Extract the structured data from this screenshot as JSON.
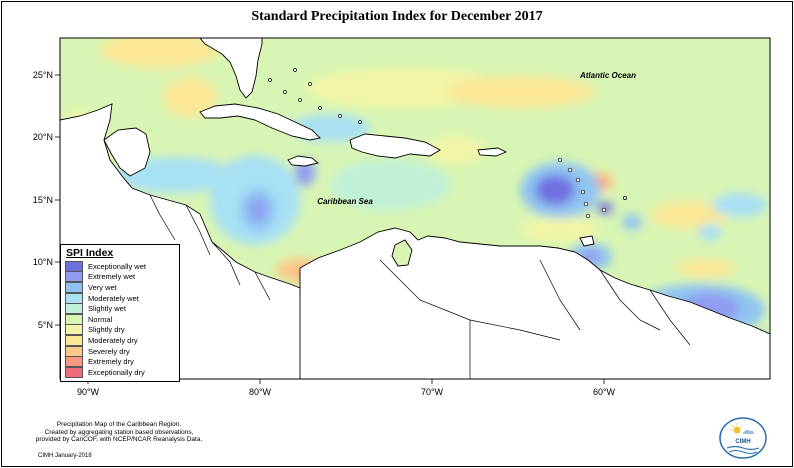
{
  "title": "Standard Precipitation Index for December 2017",
  "labels": {
    "atlantic": "Atlantic Ocean",
    "caribbean": "Caribbean Sea"
  },
  "axes": {
    "lon_ticks": [
      "90°W",
      "80°W",
      "70°W",
      "60°W"
    ],
    "lat_ticks": [
      "25°N",
      "20°N",
      "15°N",
      "10°N",
      "5°N"
    ]
  },
  "legend": {
    "title": "SPI Index",
    "items": [
      {
        "label": "Exceptionally wet",
        "color": "#6f70e0"
      },
      {
        "label": "Extremely wet",
        "color": "#8f9cf0"
      },
      {
        "label": "Very wet",
        "color": "#8fc4f2"
      },
      {
        "label": "Moderately wet",
        "color": "#a8e0f4"
      },
      {
        "label": "Slightly wet",
        "color": "#bff0d8"
      },
      {
        "label": "Normal",
        "color": "#d8f5b4"
      },
      {
        "label": "Slightly dry",
        "color": "#f2f5a6"
      },
      {
        "label": "Moderately dry",
        "color": "#fbe796"
      },
      {
        "label": "Severely dry",
        "color": "#fcc98a"
      },
      {
        "label": "Extremely dry",
        "color": "#f79880"
      },
      {
        "label": "Exceptionally dry",
        "color": "#ee6b7a"
      }
    ]
  },
  "caption": {
    "line1": "Precipitation Map of the Caribbean Region.",
    "line2": "Created by aggregating station based observations,",
    "line3": "provided by CariCOF, with NCEP/NCAR Reanalysis Data."
  },
  "credit": "CIMH January-2018",
  "logo_text": "CIMH",
  "colors": {
    "ocean": "#d8f5b4",
    "land": "#ffffff"
  }
}
